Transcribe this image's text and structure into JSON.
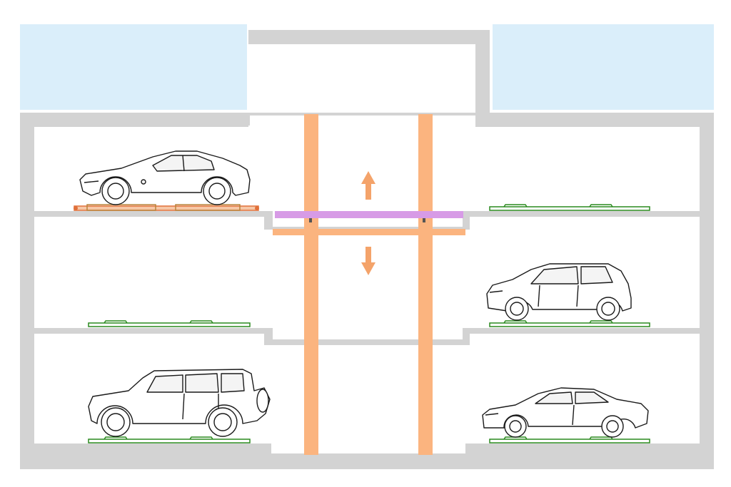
{
  "diagram": {
    "kind": "parking-lift-section",
    "colors": {
      "sky": "#daeefa",
      "wall": "#d3d3d3",
      "column": "#fbb47f",
      "lift_platform": "#d79be6",
      "lift_deck": "#fbb47f",
      "parking_pallet": "#2a8a1e",
      "occupied_pallet": "#e0703a",
      "car_outline": "#1a1a1a"
    },
    "arrows": {
      "up": "arrow-up-icon",
      "down": "arrow-down-icon"
    },
    "levels": [
      {
        "level": "upper",
        "left_bay": "roadster-icon",
        "right_bay": "empty"
      },
      {
        "level": "middle",
        "left_bay": "empty",
        "right_bay": "hatchback-icon"
      },
      {
        "level": "lower",
        "left_bay": "suv-icon",
        "right_bay": "sedan-icon"
      }
    ]
  }
}
